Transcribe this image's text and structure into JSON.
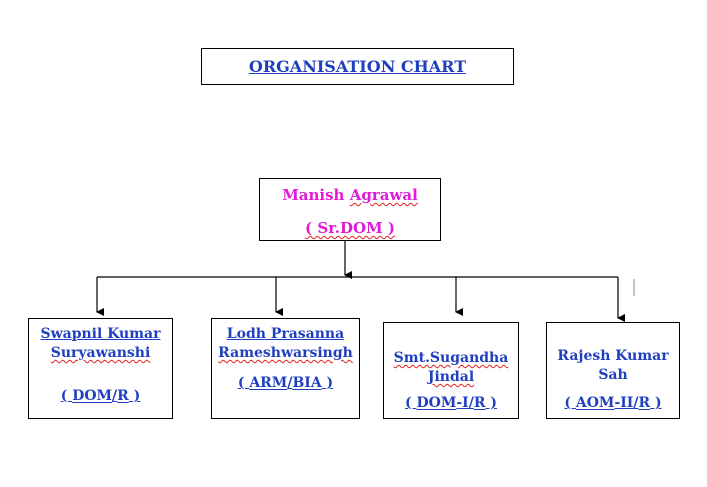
{
  "title": "ORGANISATION CHART",
  "root": {
    "name_first": "Manish",
    "name_last": "Agrawal",
    "role": "( Sr.DOM )"
  },
  "children": [
    {
      "name_line1_a": "Swapnil Kumar",
      "name_line2": "Suryawanshi",
      "role_open": "( ",
      "role_a": "DOM",
      "role_sep": "/",
      "role_b": "R",
      "role_close": " )"
    },
    {
      "name_line1_a": "Lodh Prasanna",
      "name_line2": "Rameshwarsingh",
      "role_open": "( ",
      "role_a": "ARM",
      "role_sep": "/",
      "role_b": "BIA",
      "role_close": " )"
    },
    {
      "name_line1_a": "Smt.Sugandha",
      "name_line2": "Jindal",
      "role_open": "( ",
      "role_a": "DOM",
      "role_sep": "-I/",
      "role_b": "R",
      "role_close": " )"
    },
    {
      "name_line1_a": "Rajesh Kumar",
      "name_line2": "Sah",
      "role_open": "( ",
      "role_a": "AOM",
      "role_sep": "-II/",
      "role_b": "R",
      "role_close": " )"
    }
  ]
}
